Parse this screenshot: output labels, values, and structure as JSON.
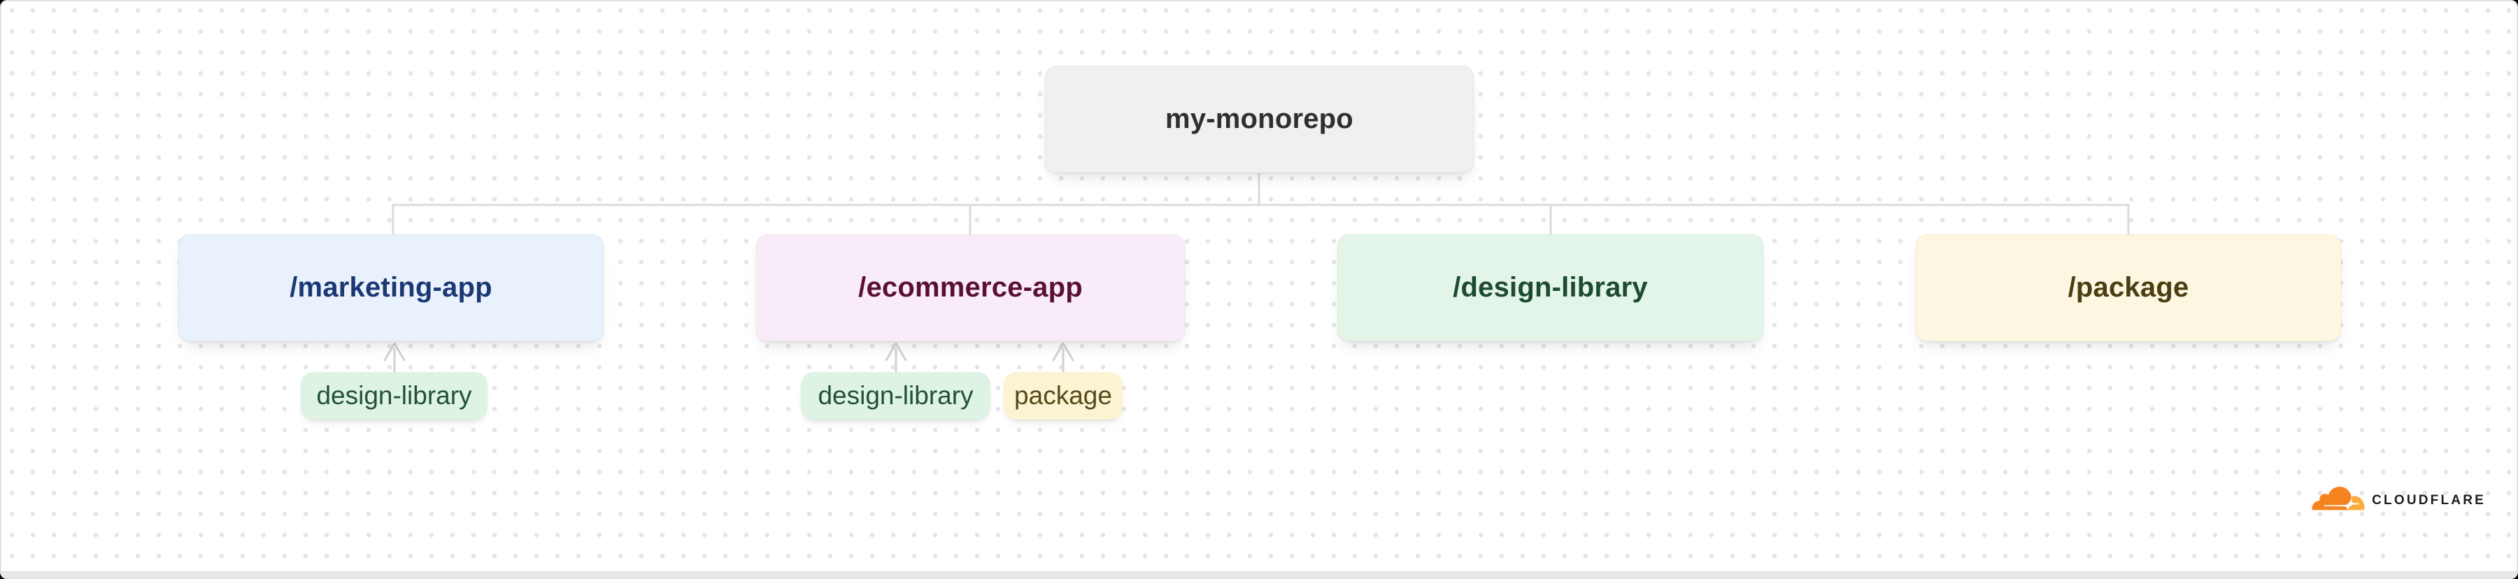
{
  "diagram": {
    "root": {
      "label": "my-monorepo",
      "bg": "#f0f0f0",
      "text_color": "#2f2f2f"
    },
    "children": [
      {
        "label": "/marketing-app",
        "bg": "#e9f1fc",
        "text_color": "#1b3874"
      },
      {
        "label": "/ecommerce-app",
        "bg": "#f9ecf9",
        "text_color": "#5a1030"
      },
      {
        "label": "/design-library",
        "bg": "#e3f4e9",
        "text_color": "#1c4b2e"
      },
      {
        "label": "/package",
        "bg": "#fdf6e1",
        "text_color": "#4a3d11"
      }
    ],
    "tags": [
      {
        "label": "design-library",
        "parent": "/marketing-app",
        "bg": "#def3e4",
        "text_color": "#215233"
      },
      {
        "label": "design-library",
        "parent": "/ecommerce-app",
        "bg": "#def3e4",
        "text_color": "#215233"
      },
      {
        "label": "package",
        "parent": "/ecommerce-app",
        "bg": "#fcf3d2",
        "text_color": "#554a1a"
      }
    ],
    "connector_color": "#dbdbdb",
    "arrow_color": "#d2d2d2"
  },
  "branding": {
    "wordmark": "CLOUDFLARE",
    "wordmark_color": "#1e1e1e",
    "cloud_main_color": "#f6821f",
    "cloud_light_color": "#fbad41"
  }
}
